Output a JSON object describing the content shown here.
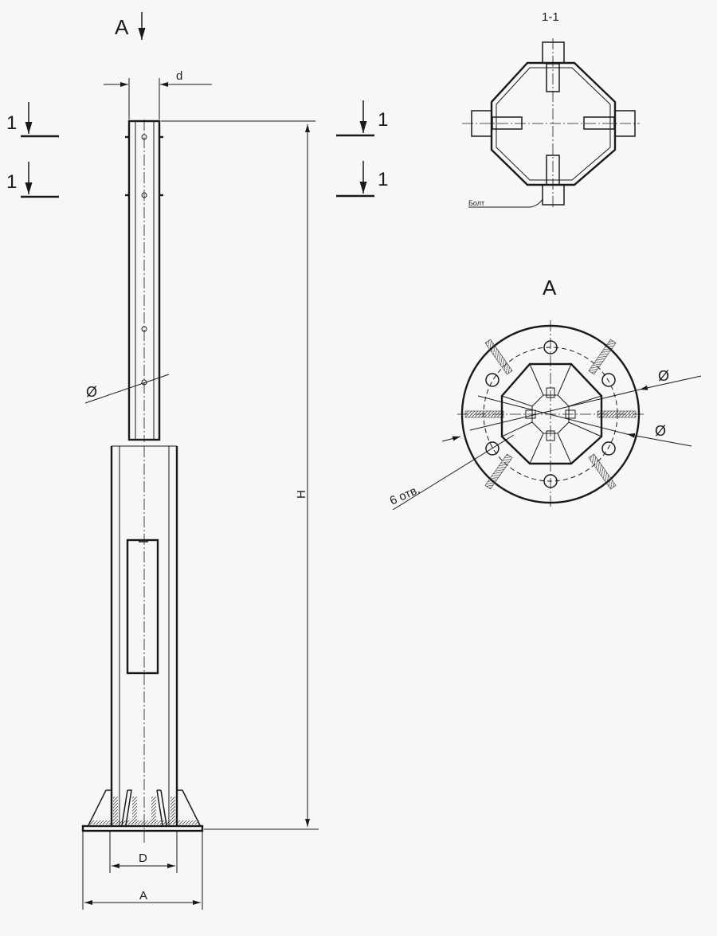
{
  "drawing": {
    "view_marker": "A",
    "section_marker": "1",
    "dim_d": "d",
    "dim_H": "H",
    "dim_D": "D",
    "dim_A": "A",
    "diameter": "Ø",
    "section_title": "1-1",
    "bolt_label": "Болт",
    "view_title": "A",
    "holes_label": "6 отв.",
    "line_color": "#1a1a1a",
    "background": "#f7f7f5"
  }
}
